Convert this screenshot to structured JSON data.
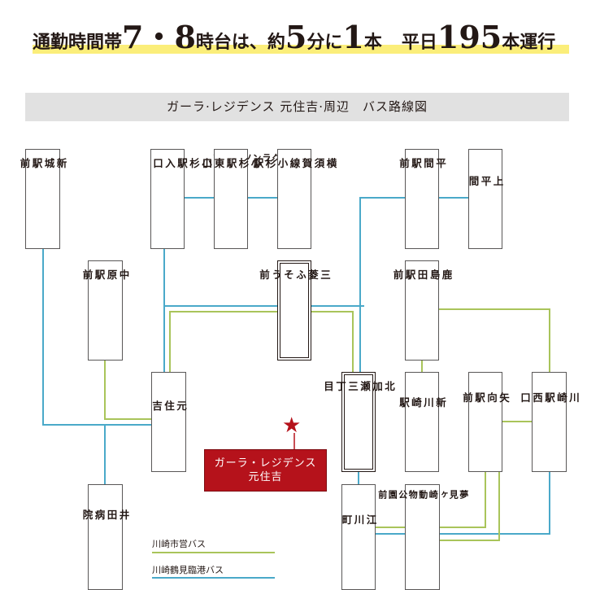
{
  "headline": {
    "parts": [
      "通勤時間帯",
      "7・8",
      "時台は、約",
      "5",
      "分に",
      "1",
      "本",
      "平日",
      "195",
      "本運行"
    ]
  },
  "map_title": "ガーラ·レジデンス 元住吉·周辺　バス路線図",
  "stops": {
    "shinjo": "新\n城\n駅\n前",
    "kosugi_iriguchi": "小\n杉\n駅\n入\n口",
    "grand_tree": "グ\nラ\nン\nツ\nリ\nー\n前",
    "kosugi_higashiguchi": "小\n杉\n駅\n東\n口",
    "yokosuka_kosugi": "横\n須\n賀\n線\n小\n杉\n駅",
    "hirama_ekimae": "平\n間\n駅\n前",
    "kamihirama": "上\n平\n間",
    "nakahara": "中\n原\n駅\n前",
    "mitsubishi": "三\n菱\nふ\nそ\nう\n前",
    "kashimada": "鹿\n島\n田\n駅\n前",
    "motosumiyoshi": "元\n住\n吉",
    "kitakase": "北\n加\n瀬\n三\n丁\n目",
    "shinkawasaki": "新\n川\n崎\n駅",
    "mukaigawara": "矢\n向\n駅\n前",
    "kawasaki_nishiguchi": "川\n崎\n駅\n西\n口",
    "ida_hospital": "井\n田\n病\n院",
    "egawacho": "江\n川\n町",
    "yumemigasaki": "夢\n見\nヶ\n崎\n動\n物\n公\n園\n前"
  },
  "site": {
    "line1": "ガーラ・レジデンス",
    "line2": "元住吉"
  },
  "legend": {
    "city_bus": "川崎市営バス",
    "tsurumi_bus": "川崎鶴見臨港バス"
  },
  "colors": {
    "city_bus": "#a9c45a",
    "tsurumi_bus": "#4aa9c9",
    "site": "#b5121b",
    "highlight": "#fbee7a"
  }
}
